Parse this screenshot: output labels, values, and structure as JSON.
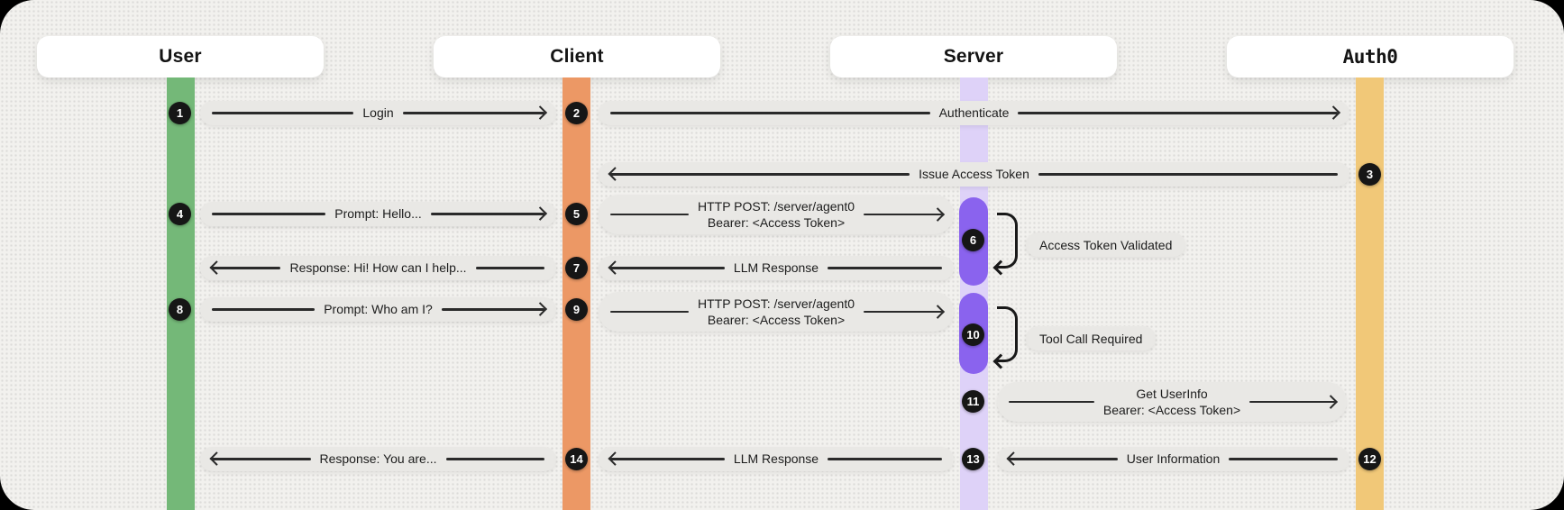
{
  "title": "Auth0 agent authentication sequence diagram",
  "actors": [
    {
      "id": "user",
      "label": "User",
      "color": "#74b878"
    },
    {
      "id": "client",
      "label": "Client",
      "color": "#ec9865"
    },
    {
      "id": "server",
      "label": "Server",
      "color": "#ded2f8",
      "activation_color": "#8a63ee"
    },
    {
      "id": "auth0",
      "label": "Auth0",
      "color": "#f1c878"
    }
  ],
  "messages": [
    {
      "label": "Login",
      "from": "user",
      "to": "client",
      "direction": "right"
    },
    {
      "label": "Authenticate",
      "from": "client",
      "to": "auth0",
      "direction": "right"
    },
    {
      "label": "Issue Access Token",
      "from": "auth0",
      "to": "client",
      "direction": "left"
    },
    {
      "label": "Prompt: Hello...",
      "from": "user",
      "to": "client",
      "direction": "right"
    },
    {
      "line1": "HTTP POST: /server/agent0",
      "line2": "Bearer: <Access Token>",
      "from": "client",
      "to": "server",
      "direction": "right"
    },
    {
      "label": "LLM Response",
      "from": "server",
      "to": "client",
      "direction": "left"
    },
    {
      "label": "Response: Hi! How can I help...",
      "from": "client",
      "to": "user",
      "direction": "left"
    },
    {
      "label": "Prompt: Who am I?",
      "from": "user",
      "to": "client",
      "direction": "right"
    },
    {
      "line1": "HTTP POST: /server/agent0",
      "line2": "Bearer: <Access Token>",
      "from": "client",
      "to": "server",
      "direction": "right"
    },
    {
      "line1": "Get UserInfo",
      "line2": "Bearer: <Access Token>",
      "from": "server",
      "to": "auth0",
      "direction": "right"
    },
    {
      "label": "User Information",
      "from": "auth0",
      "to": "server",
      "direction": "left"
    },
    {
      "label": "LLM Response",
      "from": "server",
      "to": "client",
      "direction": "left"
    },
    {
      "label": "Response: You are...",
      "from": "client",
      "to": "user",
      "direction": "left"
    }
  ],
  "self_actions": [
    {
      "step": "6",
      "label": "Access Token Validated"
    },
    {
      "step": "10",
      "label": "Tool Call Required"
    }
  ],
  "steps": [
    "1",
    "2",
    "3",
    "4",
    "5",
    "6",
    "7",
    "8",
    "9",
    "10",
    "11",
    "12",
    "13",
    "14"
  ]
}
